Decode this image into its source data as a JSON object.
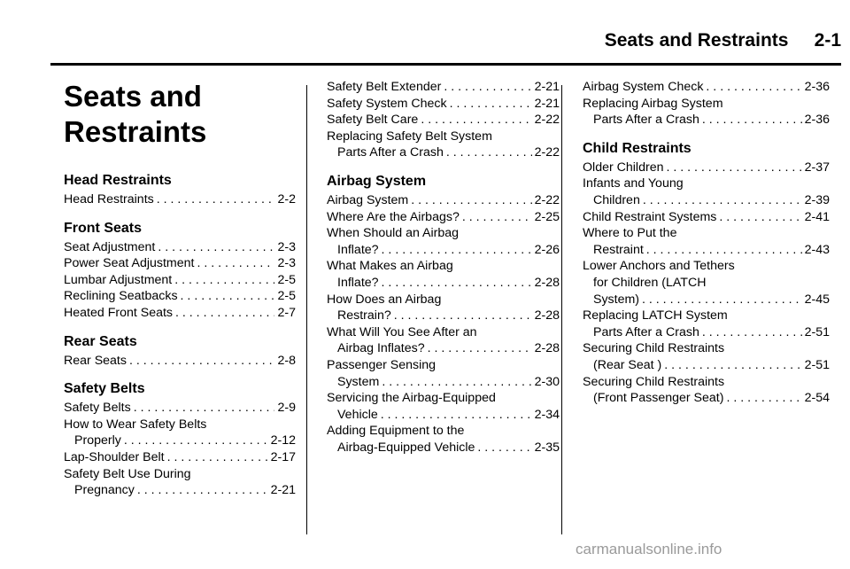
{
  "header": {
    "section_title": "Seats and Restraints",
    "page_number": "2-1"
  },
  "page_title_line1": "Seats and",
  "page_title_line2": "Restraints",
  "col1": {
    "head_restraints": {
      "title": "Head Restraints",
      "entries": [
        {
          "label": "Head Restraints",
          "page": "2-2"
        }
      ]
    },
    "front_seats": {
      "title": "Front Seats",
      "entries": [
        {
          "label": "Seat Adjustment",
          "page": "2-3"
        },
        {
          "label": "Power Seat Adjustment",
          "page": "2-3"
        },
        {
          "label": "Lumbar Adjustment",
          "page": "2-5"
        },
        {
          "label": "Reclining Seatbacks",
          "page": "2-5"
        },
        {
          "label": "Heated Front Seats",
          "page": "2-7"
        }
      ]
    },
    "rear_seats": {
      "title": "Rear Seats",
      "entries": [
        {
          "label": "Rear Seats",
          "page": "2-8"
        }
      ]
    },
    "safety_belts": {
      "title": "Safety Belts",
      "entries": [
        {
          "label": "Safety Belts",
          "page": "2-9"
        },
        {
          "label1": "How to Wear Safety Belts",
          "label2": "Properly",
          "page": "2-12"
        },
        {
          "label": "Lap-Shoulder Belt",
          "page": "2-17"
        },
        {
          "label1": "Safety Belt Use During",
          "label2": "Pregnancy",
          "page": "2-21"
        }
      ]
    }
  },
  "col2": {
    "top_entries": [
      {
        "label": "Safety Belt Extender",
        "page": "2-21"
      },
      {
        "label": "Safety System Check",
        "page": "2-21"
      },
      {
        "label": "Safety Belt Care",
        "page": "2-22"
      },
      {
        "label1": "Replacing Safety Belt System",
        "label2": "Parts After a Crash",
        "page": "2-22"
      }
    ],
    "airbag_system": {
      "title": "Airbag System",
      "entries": [
        {
          "label": "Airbag System",
          "page": "2-22"
        },
        {
          "label": "Where Are the Airbags?",
          "page": "2-25"
        },
        {
          "label1": "When Should an Airbag",
          "label2": "Inflate?",
          "page": "2-26"
        },
        {
          "label1": "What Makes an Airbag",
          "label2": "Inflate?",
          "page": "2-28"
        },
        {
          "label1": "How Does an Airbag",
          "label2": "Restrain?",
          "page": "2-28"
        },
        {
          "label1": "What Will You See After an",
          "label2": "Airbag Inflates?",
          "page": "2-28"
        },
        {
          "label1": "Passenger Sensing",
          "label2": "System",
          "page": "2-30"
        },
        {
          "label1": "Servicing the Airbag-Equipped",
          "label2": "Vehicle",
          "page": "2-34"
        },
        {
          "label1": "Adding Equipment to the",
          "label2": "Airbag-Equipped Vehicle",
          "page": "2-35"
        }
      ]
    }
  },
  "col3": {
    "top_entries": [
      {
        "label": "Airbag System Check",
        "page": "2-36"
      },
      {
        "label1": "Replacing Airbag System",
        "label2": "Parts After a Crash",
        "page": "2-36"
      }
    ],
    "child_restraints": {
      "title": "Child Restraints",
      "entries": [
        {
          "label": "Older Children",
          "page": "2-37"
        },
        {
          "label1": "Infants and Young",
          "label2": "Children",
          "page": "2-39"
        },
        {
          "label": "Child Restraint Systems",
          "page": "2-41"
        },
        {
          "label1": "Where to Put the",
          "label2": "Restraint",
          "page": "2-43"
        },
        {
          "label1": "Lower Anchors and Tethers",
          "label_mid": "for Children (LATCH",
          "label2": "System)",
          "page": "2-45"
        },
        {
          "label1": "Replacing LATCH System",
          "label2": "Parts After a Crash",
          "page": "2-51"
        },
        {
          "label1": "Securing Child Restraints",
          "label2": "(Rear Seat )",
          "page": "2-51"
        },
        {
          "label1": "Securing Child Restraints",
          "label2": "(Front Passenger Seat)",
          "page": "2-54"
        }
      ]
    }
  },
  "footer": {
    "watermark": "carmanualsonline.info"
  }
}
